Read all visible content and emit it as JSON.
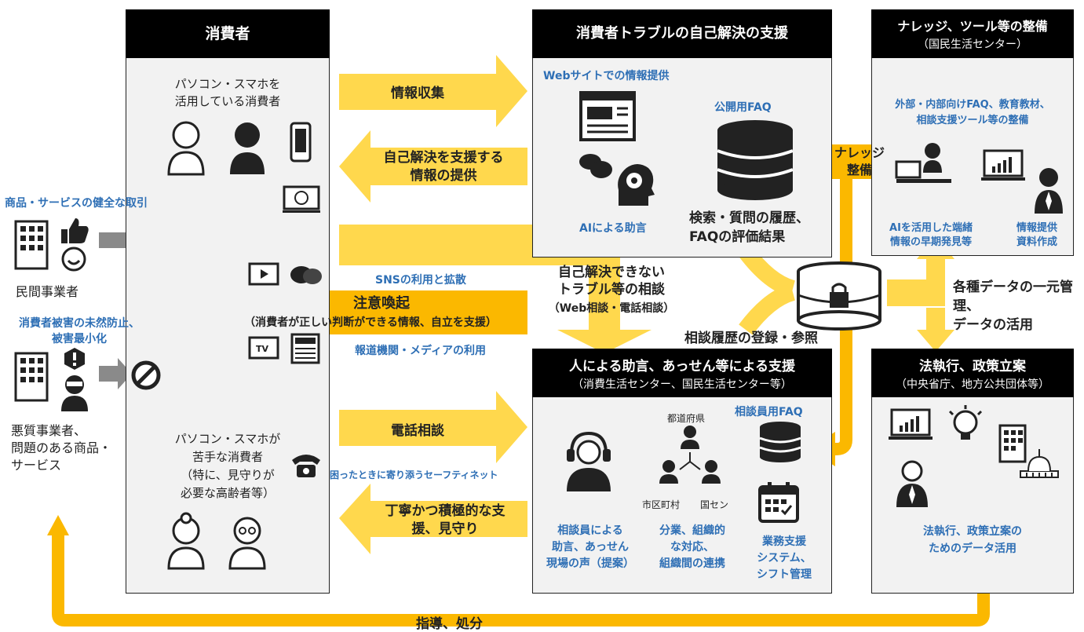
{
  "consumer": {
    "header": "消費者",
    "pc_users": "パソコン・スマホを\n活用している消費者",
    "non_pc_users": "パソコン・スマホが\n苦手な消費者\n（特に、見守りが\n必要な高齢者等）"
  },
  "self_resolution": {
    "header": "消費者トラブルの自己解決の支援",
    "web_info": "Webサイトでの情報提供",
    "public_faq": "公開用FAQ",
    "ai_advice": "AIによる助言",
    "search_history": "検索・質問の履歴、\nFAQの評価結果"
  },
  "knowledge": {
    "header": "ナレッジ、ツール等の整備",
    "header_sub": "（国民生活センター）",
    "faq_tools": "外部・内部向けFAQ、教育教材、\n相談支援ツール等の整備",
    "ai_detect": "AIを活用した端緒\n情報の早期発見等",
    "info_material": "情報提供\n資料作成"
  },
  "human": {
    "header": "人による助言、あっせん等による支援",
    "header_sub": "（消費生活センター、国民生活センター等）",
    "staff_faq": "相談員用FAQ",
    "prefecture": "都道府県",
    "municipality": "市区町村",
    "ncac": "国セン",
    "advice": "相談員による\n助言、あっせん\n現場の声（提案）",
    "division": "分業、組織的\nな対応、\n組織間の連携",
    "system": "業務支援\nシステム、\nシフト管理"
  },
  "law": {
    "header": "法執行、政策立案",
    "header_sub": "（中央省庁、地方公共団体等）",
    "data_use": "法執行、政策立案の\nためのデータ活用"
  },
  "left": {
    "fair_trade": "商品・サービスの健全な取引",
    "private_biz": "民間事業者",
    "prevention": "消費者被害の未然防止、\n被害最小化",
    "bad_biz": "悪質事業者、\n問題のある商品・\nサービス"
  },
  "arrows": {
    "info_collect": "情報収集",
    "self_support_info": "自己解決を支援する\n情報の提供",
    "sns": "SNSの利用と拡散",
    "alert": "注意喚起",
    "alert_sub": "（消費者が正しい判断ができる情報、自立を支援）",
    "media": "報道機関・メディアの利用",
    "unresolved": "自己解決できない\nトラブル等の相談",
    "unresolved_sub": "（Web相談・電話相談）",
    "phone": "電話相談",
    "safety_net": "困ったときに寄り添うセーフティネット",
    "careful_support": "丁寧かつ積極的な支\n援、見守り",
    "knowledge_dev": "ナレッジ\n整備",
    "data_manage": "各種データの一元管理、\nデータの活用",
    "history": "相談履歴の登録・参照",
    "guidance": "指導、処分"
  },
  "colors": {
    "accent_yellow": "#ffd84d",
    "accent_orange": "#fbb800",
    "label_blue": "#2e6fb5",
    "panel_bg": "#f2f2f2"
  }
}
